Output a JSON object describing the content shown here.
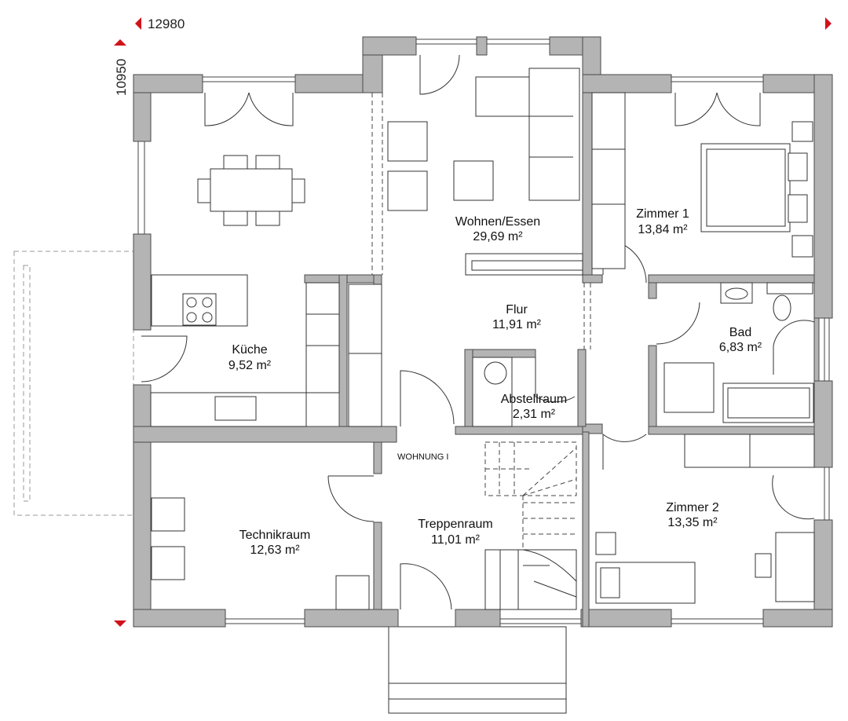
{
  "dimensions": {
    "width": "12980",
    "depth": "10950"
  },
  "rooms": [
    {
      "name": "Küche",
      "area": "9,52 m²"
    },
    {
      "name": "Wohnen/Essen",
      "area": "29,69 m²"
    },
    {
      "name": "Zimmer 1",
      "area": "13,84 m²"
    },
    {
      "name": "Flur",
      "area": "11,91 m²"
    },
    {
      "name": "Bad",
      "area": "6,83 m²"
    },
    {
      "name": "Abstellraum",
      "area": "2,31 m²"
    },
    {
      "name": "Technikraum",
      "area": "12,63 m²"
    },
    {
      "name": "Treppenraum",
      "area": "11,01 m²"
    },
    {
      "name": "Zimmer 2",
      "area": "13,35 m²"
    }
  ],
  "unit_label": "WOHNUNG I",
  "colors": {
    "wall": "#b4b4b4",
    "marker": "#d0121b"
  }
}
